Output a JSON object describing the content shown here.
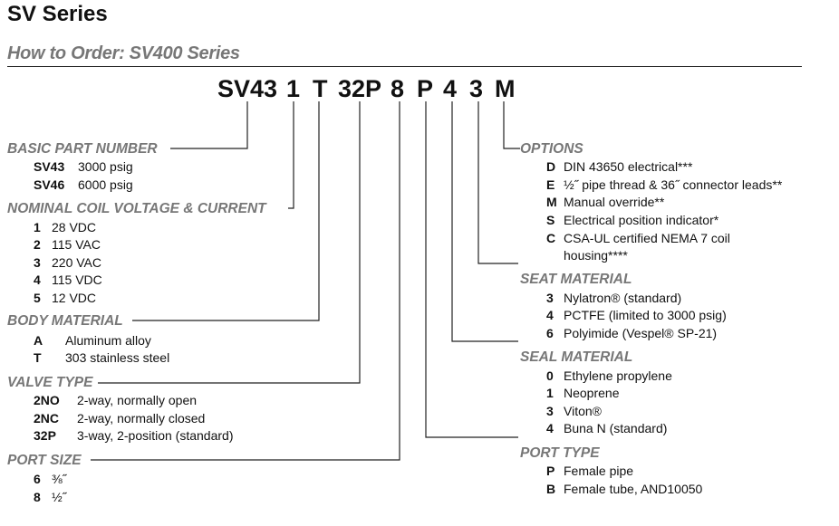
{
  "title": "SV Series",
  "subtitle": "How to Order: SV400 Series",
  "code": [
    "SV43",
    "1",
    "T",
    "32P",
    "8",
    "P",
    "4",
    "3",
    "M"
  ],
  "sections": {
    "basic": {
      "heading": "BASIC PART NUMBER",
      "items": [
        {
          "code": "SV43",
          "label": "3000 psig"
        },
        {
          "code": "SV46",
          "label": "6000 psig"
        }
      ]
    },
    "voltage": {
      "heading": "NOMINAL COIL VOLTAGE & CURRENT",
      "items": [
        {
          "code": "1",
          "label": "28 VDC"
        },
        {
          "code": "2",
          "label": "115 VAC"
        },
        {
          "code": "3",
          "label": "220 VAC"
        },
        {
          "code": "4",
          "label": "115 VDC"
        },
        {
          "code": "5",
          "label": "12 VDC"
        }
      ]
    },
    "body": {
      "heading": "BODY MATERIAL",
      "items": [
        {
          "code": "A",
          "label": "Aluminum alloy"
        },
        {
          "code": "T",
          "label": "303 stainless steel"
        }
      ]
    },
    "valve": {
      "heading": "VALVE TYPE",
      "items": [
        {
          "code": "2NO",
          "label": "2-way, normally open"
        },
        {
          "code": "2NC",
          "label": "2-way, normally closed"
        },
        {
          "code": "32P",
          "label": "3-way, 2-position (standard)"
        }
      ]
    },
    "portsize": {
      "heading": "PORT SIZE",
      "items": [
        {
          "code": "6",
          "label": "⅜˝"
        },
        {
          "code": "8",
          "label": "½˝"
        }
      ]
    },
    "options": {
      "heading": "OPTIONS",
      "items": [
        {
          "code": "D",
          "label": "DIN 43650 electrical***"
        },
        {
          "code": "E",
          "label": "½˝ pipe thread & 36˝ connector leads**"
        },
        {
          "code": "M",
          "label": "Manual override**"
        },
        {
          "code": "S",
          "label": "Electrical position indicator*"
        },
        {
          "code": "C",
          "label": "CSA-UL certified NEMA 7 coil"
        }
      ],
      "continuation": "housing****"
    },
    "seat": {
      "heading": "SEAT MATERIAL",
      "items": [
        {
          "code": "3",
          "label": "Nylatron® (standard)"
        },
        {
          "code": "4",
          "label": "PCTFE (limited to 3000 psig)"
        },
        {
          "code": "6",
          "label": "Polyimide (Vespel® SP-21)"
        }
      ]
    },
    "seal": {
      "heading": "SEAL MATERIAL",
      "items": [
        {
          "code": "0",
          "label": "Ethylene propylene"
        },
        {
          "code": "1",
          "label": "Neoprene"
        },
        {
          "code": "3",
          "label": "Viton®"
        },
        {
          "code": "4",
          "label": "Buna N (standard)"
        }
      ]
    },
    "porttype": {
      "heading": "PORT TYPE",
      "items": [
        {
          "code": "P",
          "label": "Female pipe"
        },
        {
          "code": "B",
          "label": "Female tube, AND10050"
        }
      ]
    }
  }
}
